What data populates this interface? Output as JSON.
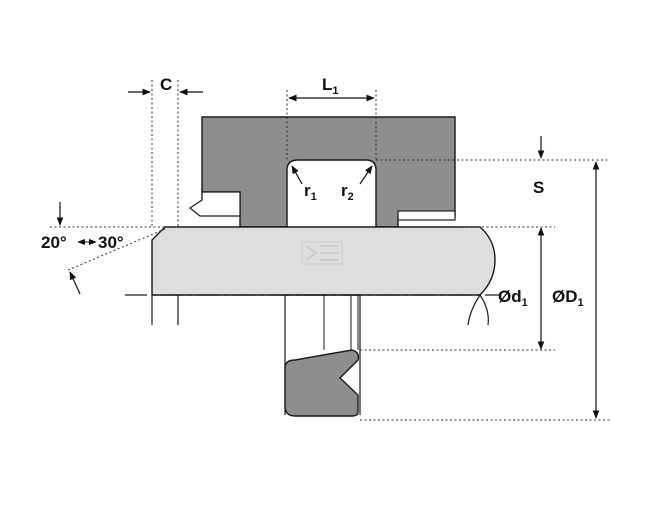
{
  "labels": {
    "chamfer_length": "C",
    "groove_length": {
      "main": "L",
      "sub": "1"
    },
    "radius_1": {
      "main": "r",
      "sub": "1"
    },
    "radius_2": {
      "main": "r",
      "sub": "2"
    },
    "section_height": "S",
    "rod_diameter": {
      "main": "Ød",
      "sub": "1"
    },
    "groove_diameter": {
      "main": "ØD",
      "sub": "1"
    },
    "chamfer_angle_min": "20°",
    "chamfer_angle_max": "30°"
  },
  "colors": {
    "housing": "#8e8e8e",
    "rod": "#dedede",
    "seal": "#8e8e8e",
    "outline": "#1a1a1a"
  }
}
